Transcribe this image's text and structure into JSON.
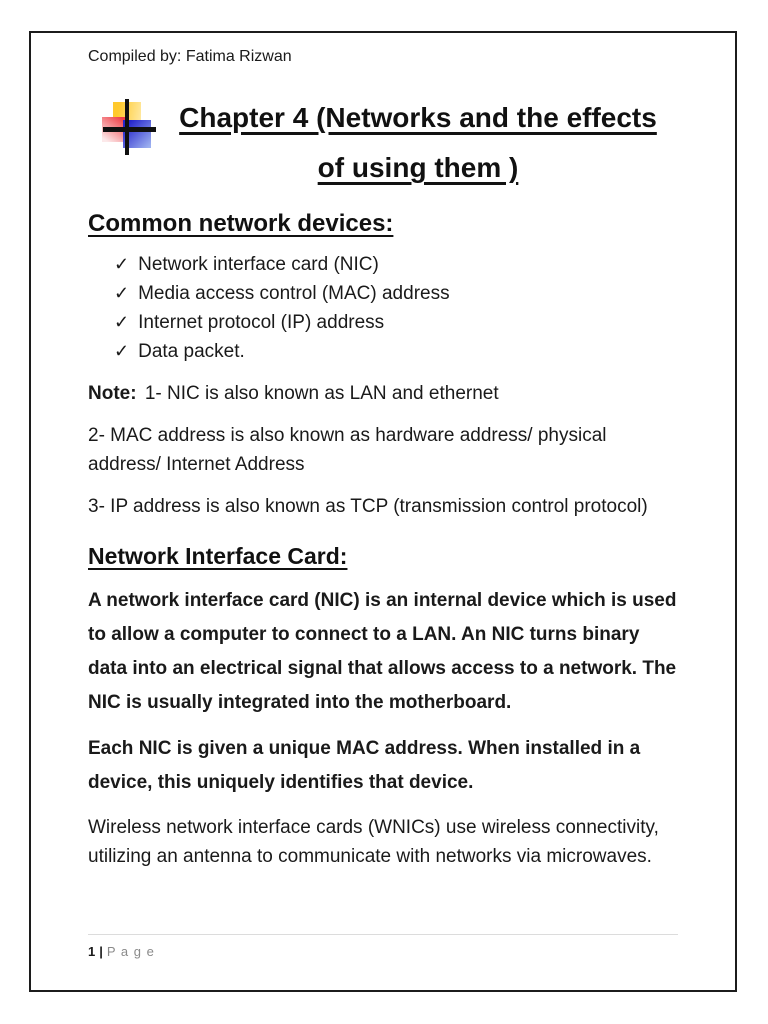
{
  "document": {
    "header": {
      "compiled_by": "Compiled by: Fatima Rizwan"
    },
    "title": {
      "lines": [
        "Chapter 4 (Networks and the effects",
        "of using them )"
      ],
      "full_text": "Chapter 4 (Networks and the effects of using them )"
    },
    "bullet_icon": {
      "name": "colored-cross-bullet",
      "colors": {
        "yellow": "#ffc92d",
        "red": "#ef3e46",
        "blue": "#2525cb",
        "cross": "#101010"
      }
    },
    "common_devices": {
      "heading": "Common network devices:",
      "check_glyph": "✓",
      "items": [
        "Network interface card (NIC)",
        "Media access control (MAC) address",
        "Internet protocol (IP) address",
        "Data packet."
      ]
    },
    "notes": {
      "label": "Note:",
      "note1": "1- NIC is also known as LAN and ethernet",
      "note2": "2- MAC address is also known as hardware address/ physical address/ Internet Address",
      "note3": "3- IP address is also known as TCP (transmission control protocol)"
    },
    "nic_section": {
      "heading": "Network Interface Card:",
      "para1": "A network interface card (NIC) is an internal device which is used to allow a computer to connect to a LAN. An NIC turns binary data into an electrical signal that allows access to a network. The NIC is usually integrated into the motherboard.",
      "para2": "Each NIC is given a unique MAC address. When installed in a device, this uniquely identifies that device.",
      "para3": "Wireless network interface cards (WNICs) use wireless connectivity, utilizing an antenna to communicate with networks via microwaves."
    },
    "footer": {
      "page_number": "1",
      "separator": "|",
      "page_word": "P a g e"
    },
    "page_style": {
      "border_color": "#1c1c1c",
      "background": "#ffffff",
      "footer_rule_color": "#dcdcdc",
      "footer_gray": "#8a8a8a"
    }
  }
}
